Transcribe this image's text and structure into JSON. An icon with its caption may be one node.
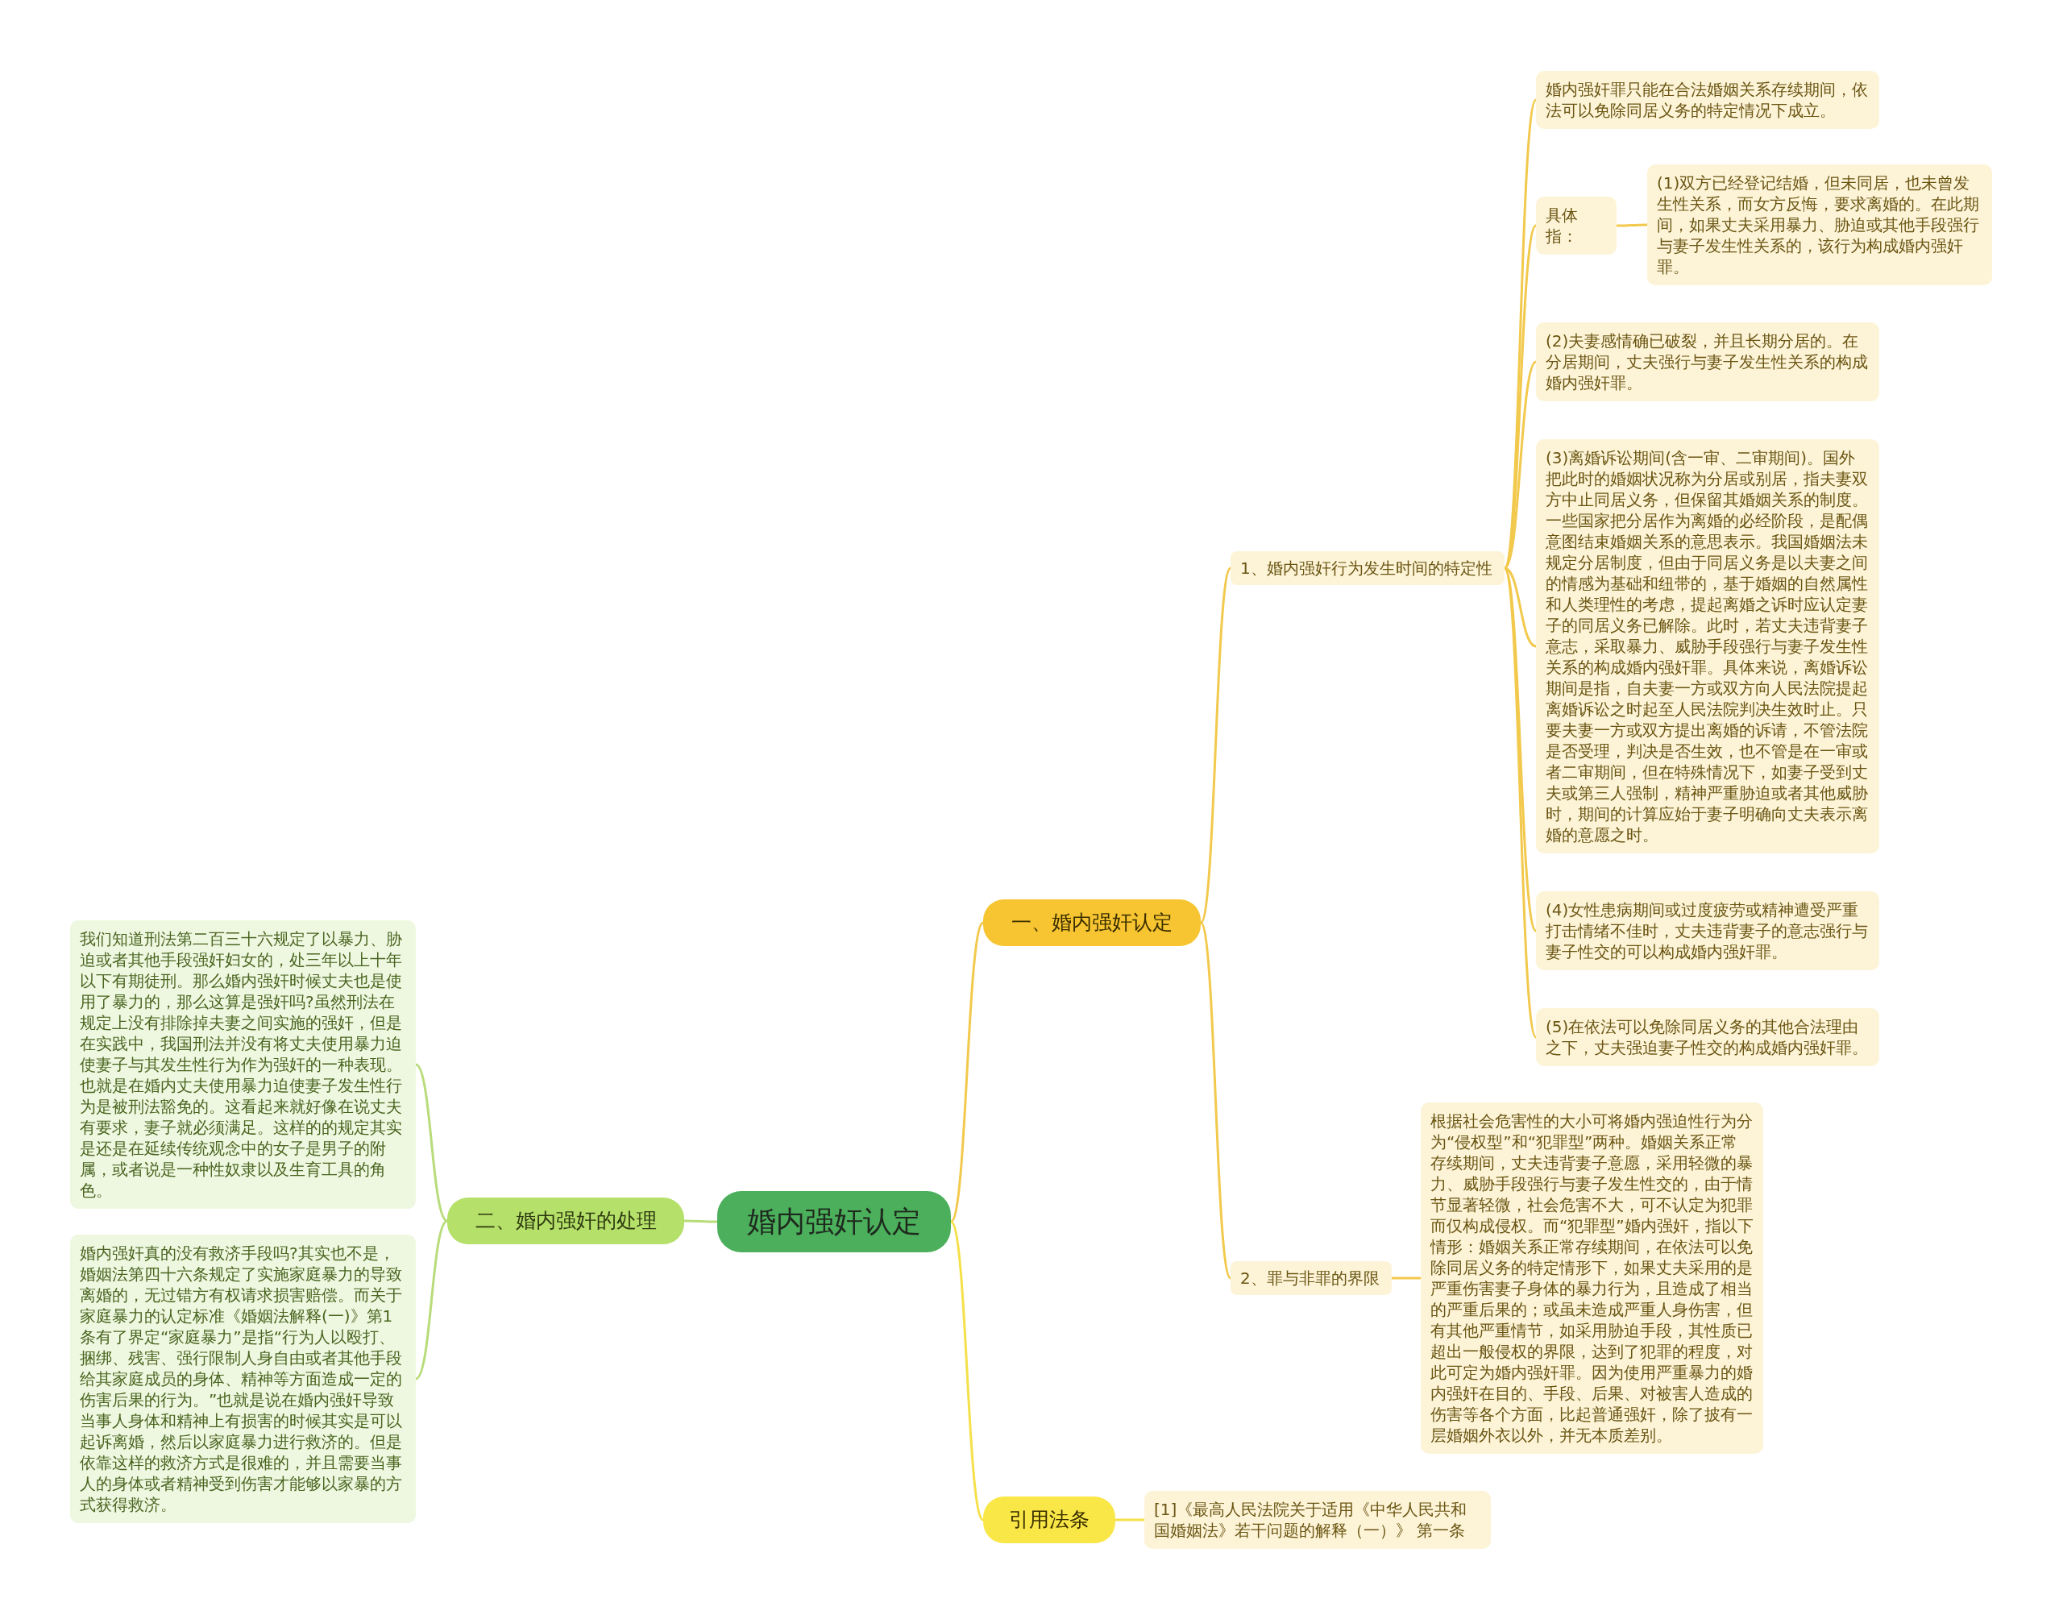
{
  "diagram": {
    "nodes": [
      {
        "text": [
          "婚内强奸认定"
        ]
      },
      {
        "text": [
          "一、婚内强奸认定"
        ]
      },
      {
        "text": [
          "二、婚内强奸的处理"
        ]
      },
      {
        "text": [
          "引用法条"
        ]
      },
      {
        "text": [
          "1、婚内强奸行为发生时间的特定性"
        ]
      },
      {
        "text": [
          "2、罪与非罪的界限"
        ]
      },
      {
        "text": [
          "婚内强奸罪只能在合法婚姻关系存续期间，依法可以免除同居义务的特定情况下成立。"
        ]
      },
      {
        "text": [
          "具体指："
        ]
      },
      {
        "text": [
          "(1)双方已经登记结婚，但未同居，也未曾发生性关系，而女方反悔，要求离婚的。在此期间，如果丈夫采用暴力、胁迫或其他手段强行与妻子发生性关系的，该行为构成婚内强奸罪。"
        ]
      },
      {
        "text": [
          "(2)夫妻感情确已破裂，并且长期分居的。在分居期间，丈夫强行与妻子发生性关系的构成婚内强奸罪。"
        ]
      },
      {
        "text": [
          "(3)离婚诉讼期间(含一审、二审期间)。国外把此时的婚姻状况称为分居或别居，指夫妻双方中止同居义务，但保留其婚姻关系的制度。一些国家把分居作为离婚的必经阶段，是配偶意图结束婚姻关系的意思表示。我国婚姻法未规定分居制度，但由于同居义务是以夫妻之间的情感为基础和纽带的，基于婚姻的自然属性和人类理性的考虑，提起离婚之诉时应认定妻子的同居义务已解除。此时，若丈夫违背妻子意志，采取暴力、威胁手段强行与妻子发生性关系的构成婚内强奸罪。具体来说，离婚诉讼期间是指，自夫妻一方或双方向人民法院提起离婚诉讼之时起至人民法院判决生效时止。只要夫妻一方或双方提出离婚的诉请，不管法院是否受理，判决是否生效，也不管是在一审或者二审期间，但在特殊情况下，如妻子受到丈夫或第三人强制，精神严重胁迫或者其他威胁时，期间的计算应始于妻子明确向丈夫表示离婚的意愿之时。"
        ]
      },
      {
        "text": [
          "(4)女性患病期间或过度疲劳或精神遭受严重打击情绪不佳时，丈夫违背妻子的意志强行与妻子性交的可以构成婚内强奸罪。"
        ]
      },
      {
        "text": [
          "(5)在依法可以免除同居义务的其他合法理由之下，丈夫强迫妻子性交的构成婚内强奸罪。"
        ]
      },
      {
        "text": [
          "根据社会危害性的大小可将婚内强迫性行为分为“侵权型”和“犯罪型”两种。婚姻关系正常存续期间，丈夫违背妻子意愿，采用轻微的暴力、威胁手段强行与妻子发生性交的，由于情节显著轻微，社会危害不大，可不认定为犯罪而仅构成侵权。而“犯罪型”婚内强奸，指以下情形：婚姻关系正常存续期间，在依法可以免除同居义务的特定情形下，如果丈夫采用的是严重伤害妻子身体的暴力行为，且造成了相当的严重后果的；或虽未造成严重人身伤害，但有其他严重情节，如采用胁迫手段，其性质已超出一般侵权的界限，达到了犯罪的程度，对此可定为婚内强奸罪。因为使用严重暴力的婚内强奸在目的、手段、后果、对被害人造成的伤害等各个方面，比起普通强奸，除了披有一层婚姻外衣以外，并无本质差别。"
        ]
      },
      {
        "text": [
          "我们知道刑法第二百三十六规定了以暴力、胁迫或者其他手段强奸妇女的，处三年以上十年以下有期徒刑。那么婚内强奸时候丈夫也是使用了暴力的，那么这算是强奸吗?虽然刑法在规定上没有排除掉夫妻之间实施的强奸，但是在实践中，我国刑法并没有将丈夫使用暴力迫使妻子与其发生性行为作为强奸的一种表现。也就是在婚内丈夫使用暴力迫使妻子发生性行为是被刑法豁免的。这看起来就好像在说丈夫有要求，妻子就必须满足。这样的的规定其实是还是在延续传统观念中的女子是男子的附属，或者说是一种性奴隶以及生育工具的角色。"
        ]
      },
      {
        "text": [
          "婚内强奸真的没有救济手段吗?其实也不是，婚姻法第四十六条规定了实施家庭暴力的导致离婚的，无过错方有权请求损害赔偿。而关于家庭暴力的认定标准《婚姻法解释(一)》第1条有了界定“家庭暴力”是指“行为人以殴打、捆绑、残害、强行限制人身自由或者其他手段给其家庭成员的身体、精神等方面造成一定的伤害后果的行为。”也就是说在婚内强奸导致当事人身体和精神上有损害的时候其实是可以起诉离婚，然后以家庭暴力进行救济的。但是依靠这样的救济方式是很难的，并且需要当事人的身体或者精神受到伤害才能够以家暴的方式获得救济。"
        ]
      },
      {
        "text": [
          "[1]《最高人民法院关于适用《中华人民共和国婚姻法》若干问题的解释（一）》 第一条"
        ]
      }
    ],
    "edges": [
      {
        "from": 0,
        "to": 1,
        "arrow": "none"
      },
      {
        "from": 0,
        "to": 2,
        "arrow": "none",
        "color": "#b8dc7a"
      },
      {
        "from": 0,
        "to": 3,
        "arrow": "none",
        "color": "#f5e04a"
      },
      {
        "from": 1,
        "to": 4,
        "arrow": "none"
      },
      {
        "from": 1,
        "to": 5,
        "arrow": "none"
      },
      {
        "from": 4,
        "to": 6,
        "arrow": "none"
      },
      {
        "from": 4,
        "to": 7,
        "arrow": "none"
      },
      {
        "from": 7,
        "to": 8,
        "arrow": "none"
      },
      {
        "from": 4,
        "to": 9,
        "arrow": "none"
      },
      {
        "from": 4,
        "to": 10,
        "arrow": "none"
      },
      {
        "from": 4,
        "to": 11,
        "arrow": "none"
      },
      {
        "from": 4,
        "to": 12,
        "arrow": "none"
      },
      {
        "from": 5,
        "to": 13,
        "arrow": "none"
      },
      {
        "from": 2,
        "to": 14,
        "arrow": "none",
        "color": "#b8dc7a"
      },
      {
        "from": 2,
        "to": 15,
        "arrow": "none",
        "color": "#b8dc7a"
      },
      {
        "from": 3,
        "to": 16,
        "arrow": "none",
        "color": "#f5e04a"
      }
    ]
  }
}
